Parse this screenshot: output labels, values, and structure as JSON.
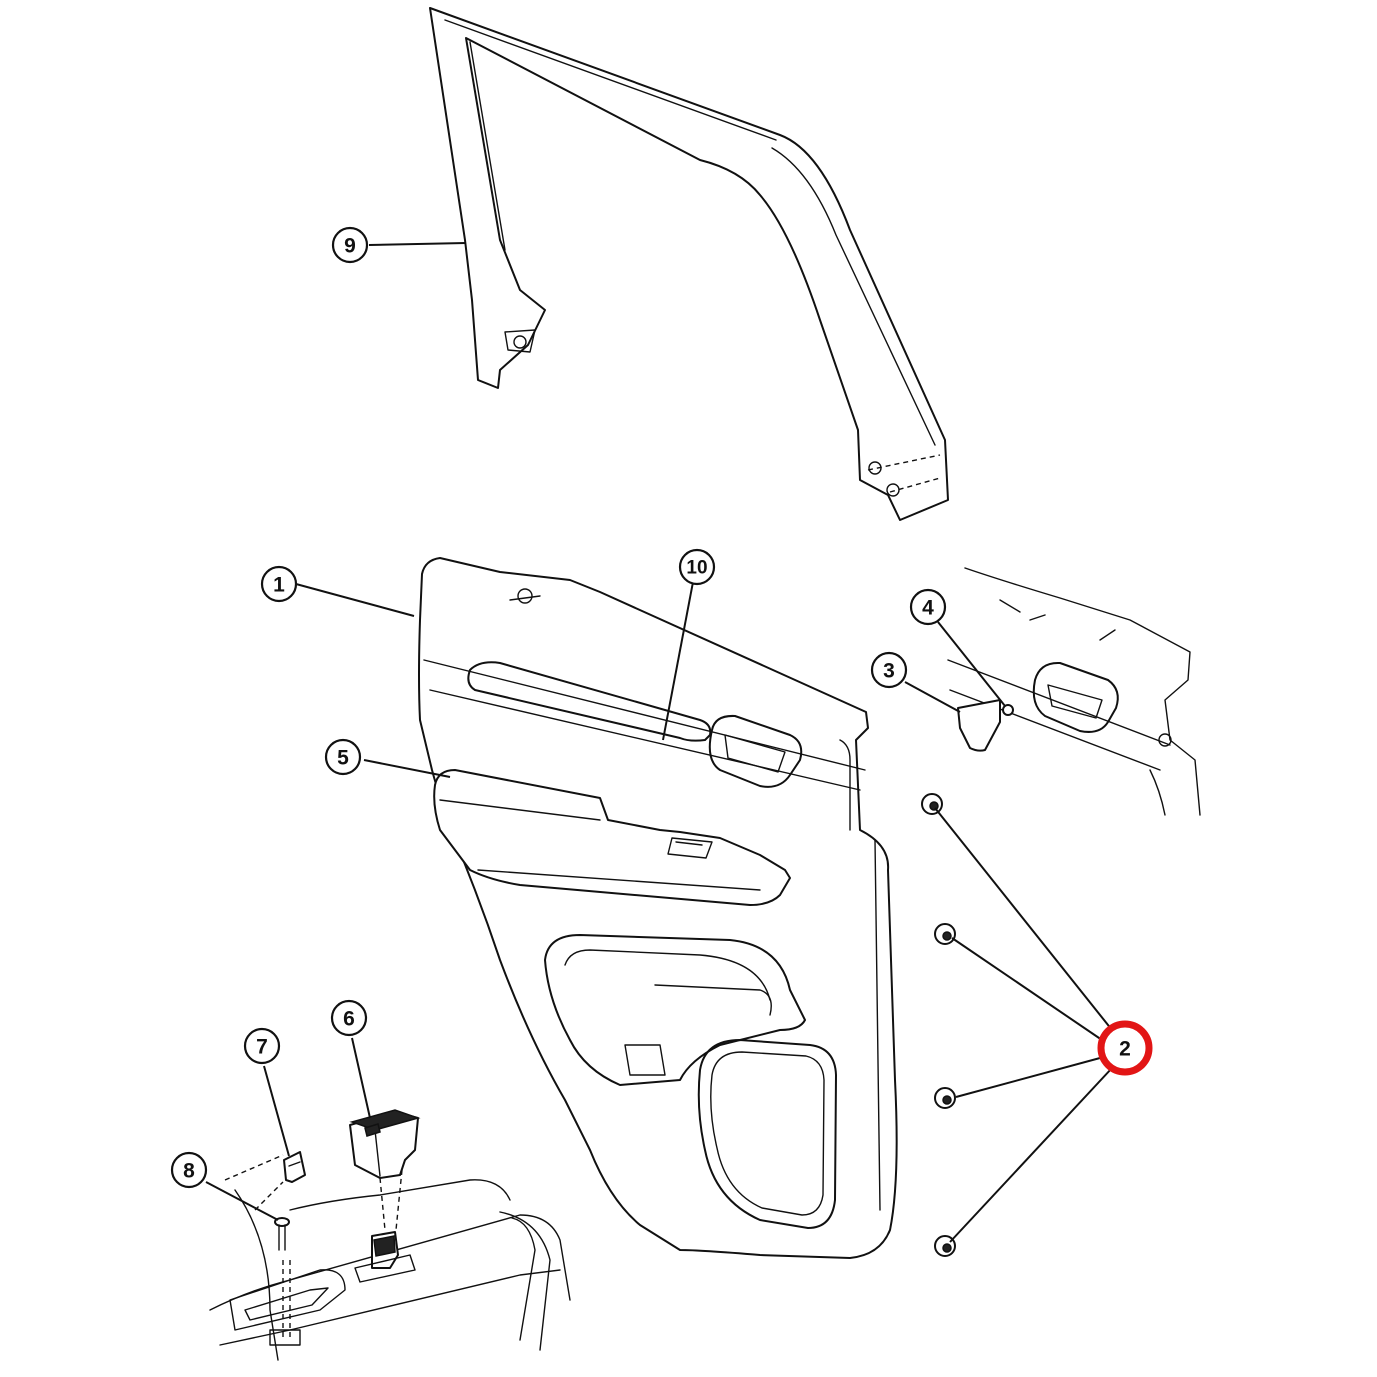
{
  "diagram": {
    "callouts": [
      {
        "id": "1",
        "label": "1"
      },
      {
        "id": "2",
        "label": "2",
        "highlighted": true
      },
      {
        "id": "3",
        "label": "3"
      },
      {
        "id": "4",
        "label": "4"
      },
      {
        "id": "5",
        "label": "5"
      },
      {
        "id": "6",
        "label": "6"
      },
      {
        "id": "7",
        "label": "7"
      },
      {
        "id": "8",
        "label": "8"
      },
      {
        "id": "9",
        "label": "9"
      },
      {
        "id": "10",
        "label": "10"
      }
    ],
    "colors": {
      "line": "#111111",
      "highlight": "#e21515",
      "background": "#ffffff"
    }
  }
}
